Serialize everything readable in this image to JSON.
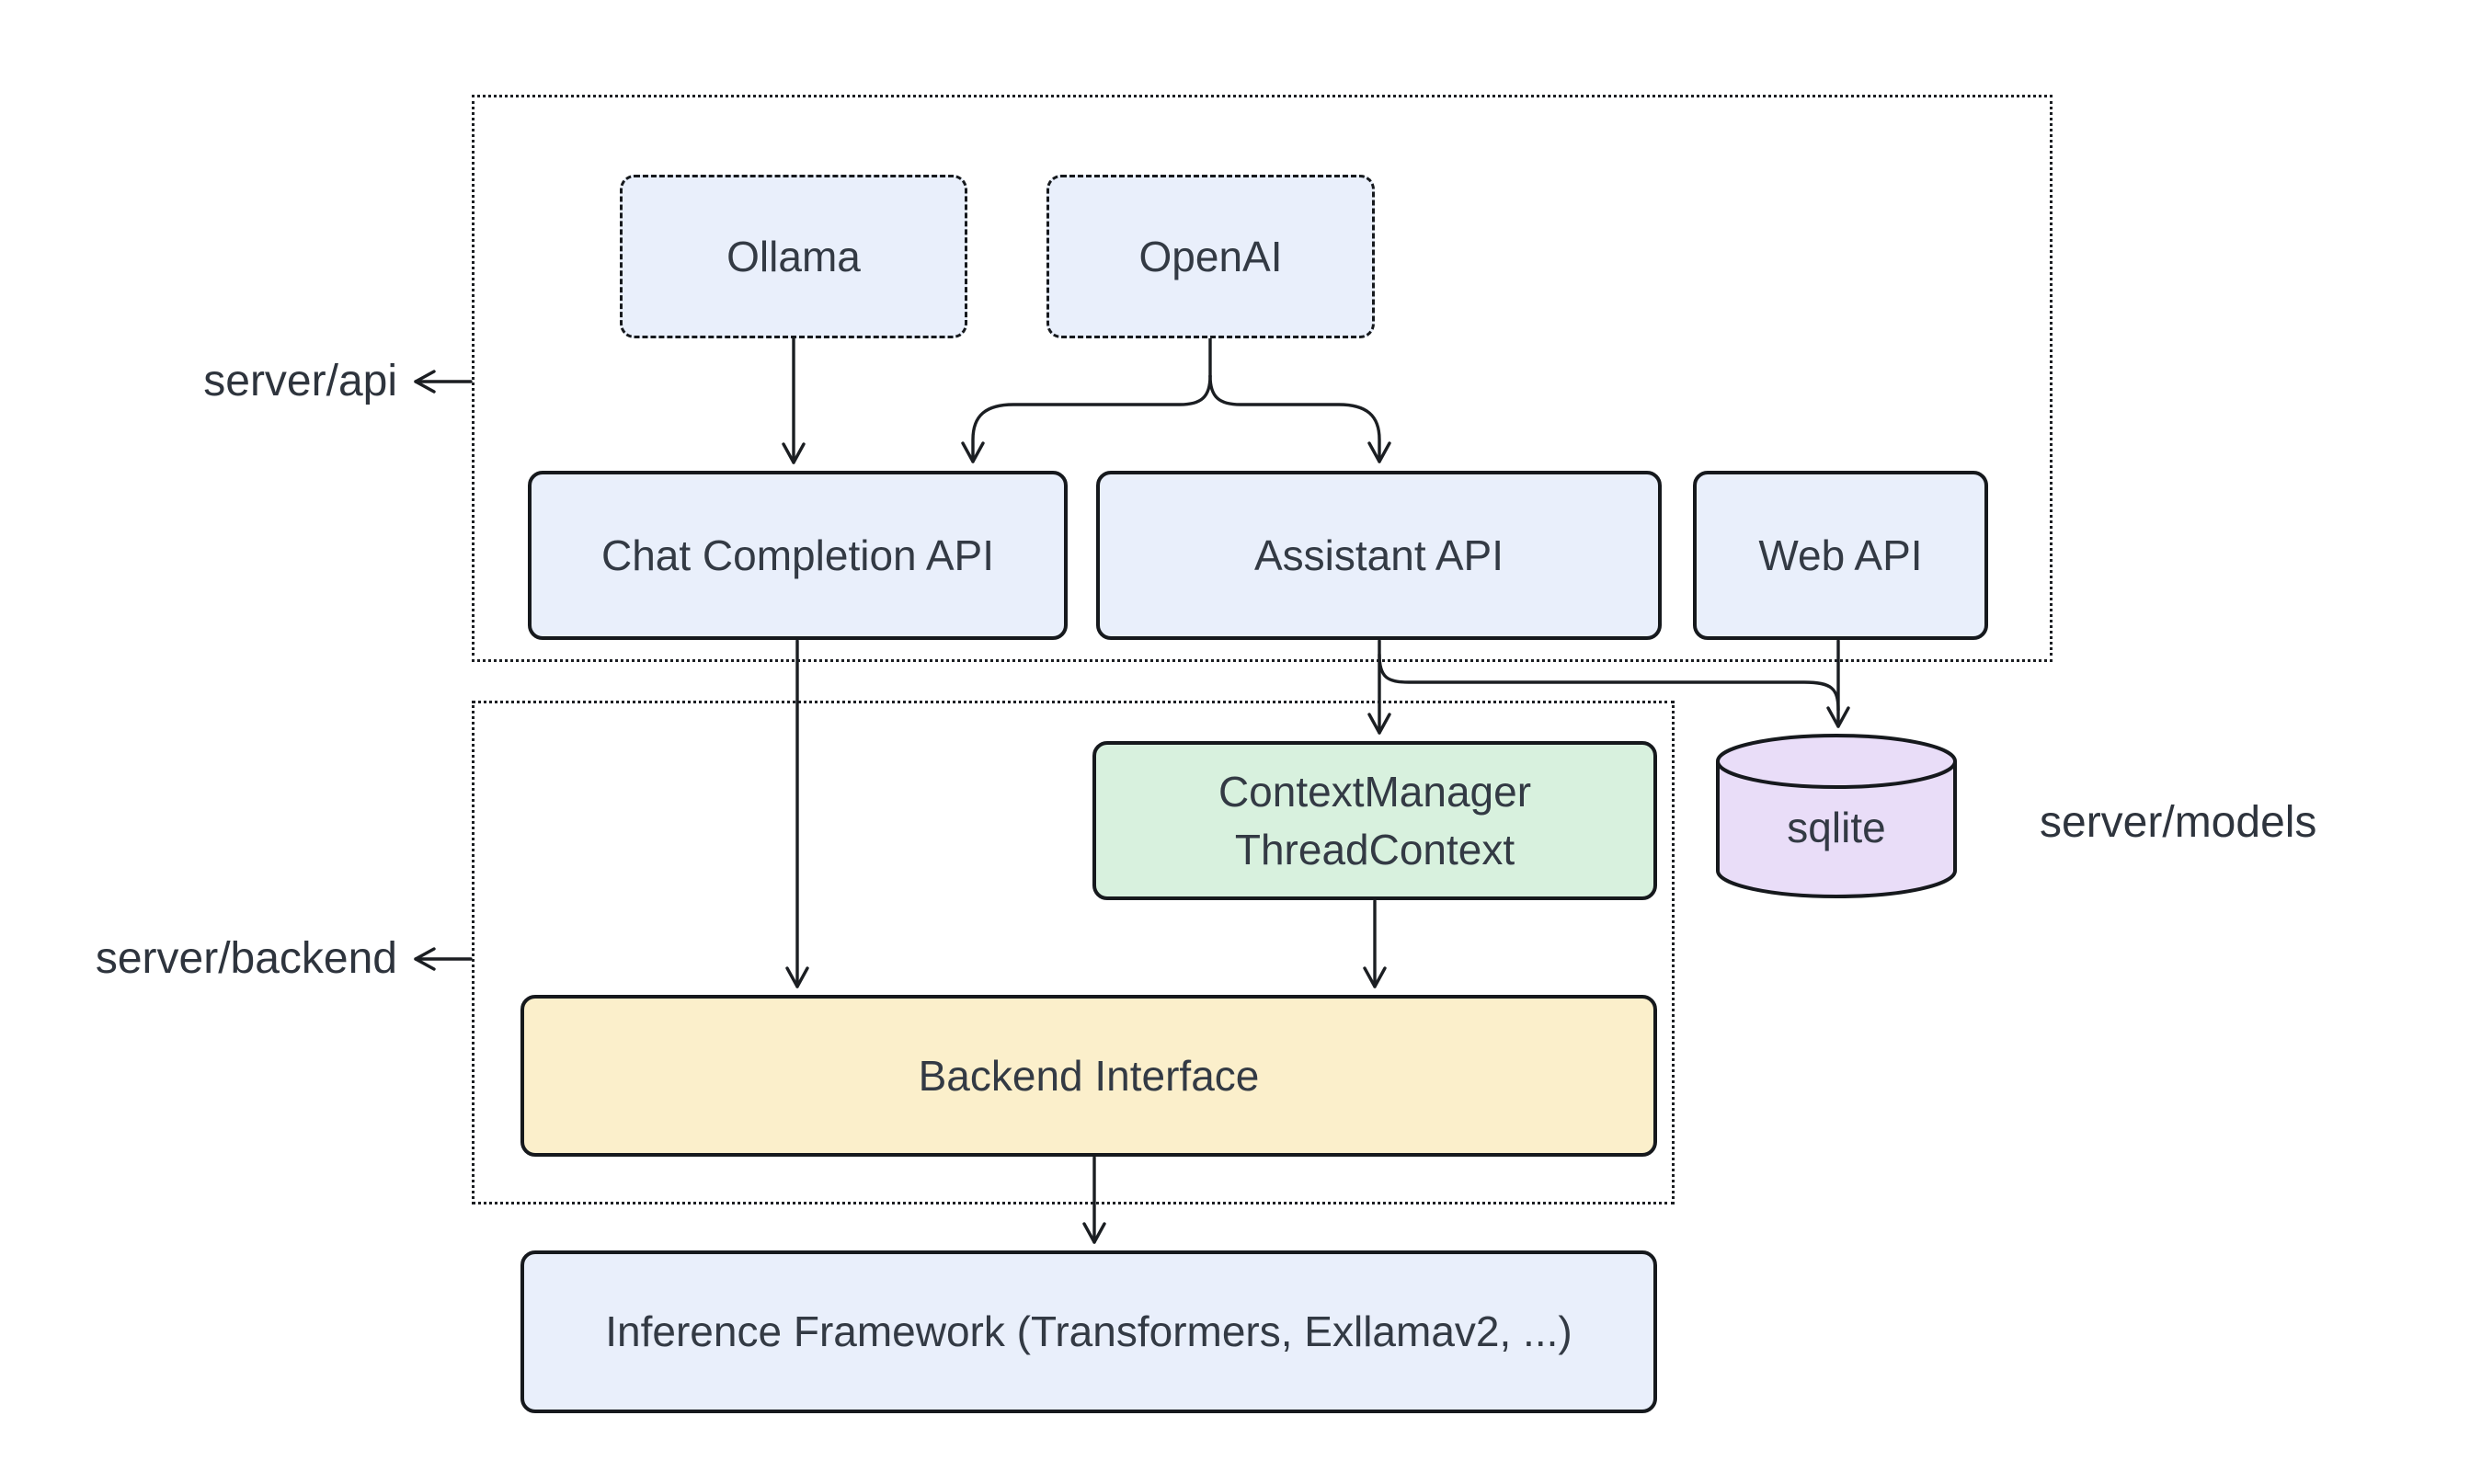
{
  "groups": {
    "api": {
      "label": "server/api"
    },
    "backend": {
      "label": "server/backend"
    },
    "models": {
      "label": "server/models"
    }
  },
  "nodes": {
    "ollama": {
      "label": "Ollama",
      "fill": "#e9effb"
    },
    "openai": {
      "label": "OpenAI",
      "fill": "#e9effb"
    },
    "chat_completion_api": {
      "label": "Chat Completion API",
      "fill": "#e9effb"
    },
    "assistant_api": {
      "label": "Assistant API",
      "fill": "#e9effb"
    },
    "web_api": {
      "label": "Web API",
      "fill": "#e9effb"
    },
    "context_manager": {
      "line1": "ContextManager",
      "line2": "ThreadContext",
      "fill": "#d8f1de"
    },
    "backend_interface": {
      "label": "Backend Interface",
      "fill": "#fbefcb"
    },
    "sqlite": {
      "label": "sqlite",
      "fill": "#e9ddf8"
    },
    "inference_framework": {
      "label": "Inference Framework (Transformers, Exllamav2, ...)",
      "fill": "#e9effb"
    }
  },
  "style": {
    "background": "#ffffff",
    "line_color": "#1b1e22",
    "border_color": "#16191d",
    "text_color": "#333a44",
    "fill_blue": "#e9effb",
    "fill_green": "#d8f1de",
    "fill_yellow": "#fbefcb",
    "fill_purple": "#e9ddf8"
  }
}
